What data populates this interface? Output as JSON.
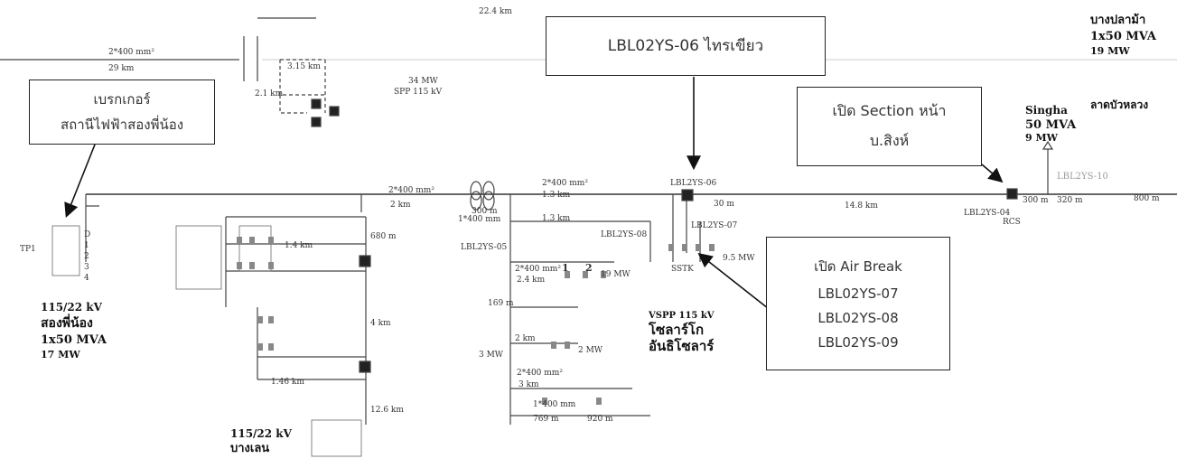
{
  "callouts": {
    "breaker": {
      "line1": "เบรกเกอร์",
      "line2": "สถานีไฟฟ้าสองพี่น้อง"
    },
    "switch_06": {
      "text": "LBL02YS-06   ไทรเขียว"
    },
    "section": {
      "line1": "เปิด Section หน้า",
      "line2": "บ.สิงห์"
    },
    "airbreak": {
      "title": "เปิด Air Break",
      "items": [
        "LBL02YS-07",
        "LBL02YS-08",
        "LBL02YS-09"
      ]
    }
  },
  "stations": {
    "songphinong": {
      "voltage": "115/22 kV",
      "name": "สองพี่น้อง",
      "capacity": "1x50 MVA",
      "load": "17 MW"
    },
    "banglen": {
      "voltage": "115/22 kV",
      "name": "บางเลน"
    },
    "singha": {
      "name": "Singha",
      "capacity": "50 MVA",
      "load": "9 MW"
    },
    "bangplama": {
      "name": "บางปลาม้า",
      "capacity": "1x50 MVA",
      "load": "19 MW"
    },
    "latbualuang": {
      "name": "ลาดบัวหลวง"
    },
    "vspp": {
      "voltage": "VSPP 115 kV",
      "name1": "โซลาร์โก",
      "name2": "อันธิโซลาร์"
    }
  },
  "labels": {
    "cable_top": "2*400 mm²",
    "dist_top": "29 km",
    "dist_315": "3.15 km",
    "dist_21": "2.1 km",
    "main_cable": "2*400 mm²",
    "main_dist": "2 km",
    "dist_300": "300 m",
    "cable_1x400": "1*400 mm",
    "cable_mid": "2*400 mm²",
    "dist_13a": "1.3 km",
    "dist_13b": "1.3 km",
    "dist_30": "30 m",
    "dist_148": "14.8 km",
    "dist_300b": "300 m",
    "dist_320": "320 m",
    "dist_800": "800 m",
    "lbl2ys04": "LBL2YS-04",
    "rcs": "RCS",
    "lbl2ys10": "LBL2YS-10",
    "lbl2ys06": "LBL2YS-06",
    "lbl2ys05": "LBL2YS-05",
    "lbl2ys07": "LBL2YS-07",
    "lbl2ys08": "LBL2YS-08",
    "cable_24": "2*400 mm²",
    "dist_24": "2.4 km",
    "dist_169": "169 m",
    "dist_2km": "2 km",
    "cable_3km": "2*400 mm²",
    "dist_3km": "3 km",
    "cable_769": "1*400 mm",
    "dist_769": "769 m",
    "dist_920": "920 m",
    "dist_680": "680 m",
    "dist_4km": "4 km",
    "dist_146": "1.46 km",
    "dist_126": "12.6 km",
    "dist_14": "1.4 km",
    "spp": "SPP 115 kV",
    "spp_mw": "34 MW",
    "tp1": "TP1",
    "num1": "1",
    "num2": "2",
    "sstk": "SSTK",
    "mw_95": "9.5 MW",
    "mw_19": "19 MW",
    "mw_3": "3 MW",
    "mw_2": "2 MW",
    "dist_224": "22.4 km",
    "bus_d": "D",
    "bus_1": "1",
    "bus_2": "2",
    "bus_3": "3",
    "bus_4": "4"
  }
}
